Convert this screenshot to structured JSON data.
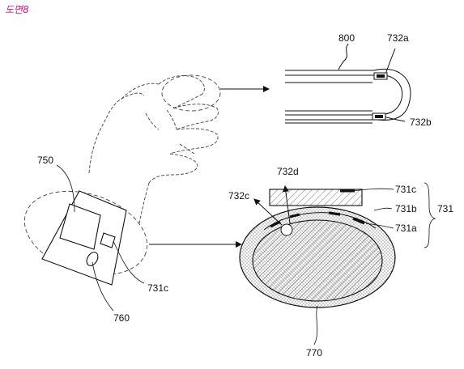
{
  "figure_title": "도면8",
  "labels": {
    "l800": "800",
    "l732a": "732a",
    "l732b": "732b",
    "l750": "750",
    "l731c_hand": "731c",
    "l760": "760",
    "l732d": "732d",
    "l732c": "732c",
    "l731c": "731c",
    "l731b": "731b",
    "l731a": "731a",
    "l731": "731",
    "l770": "770"
  },
  "colors": {
    "title": "#e0197d",
    "line": "#111111"
  }
}
